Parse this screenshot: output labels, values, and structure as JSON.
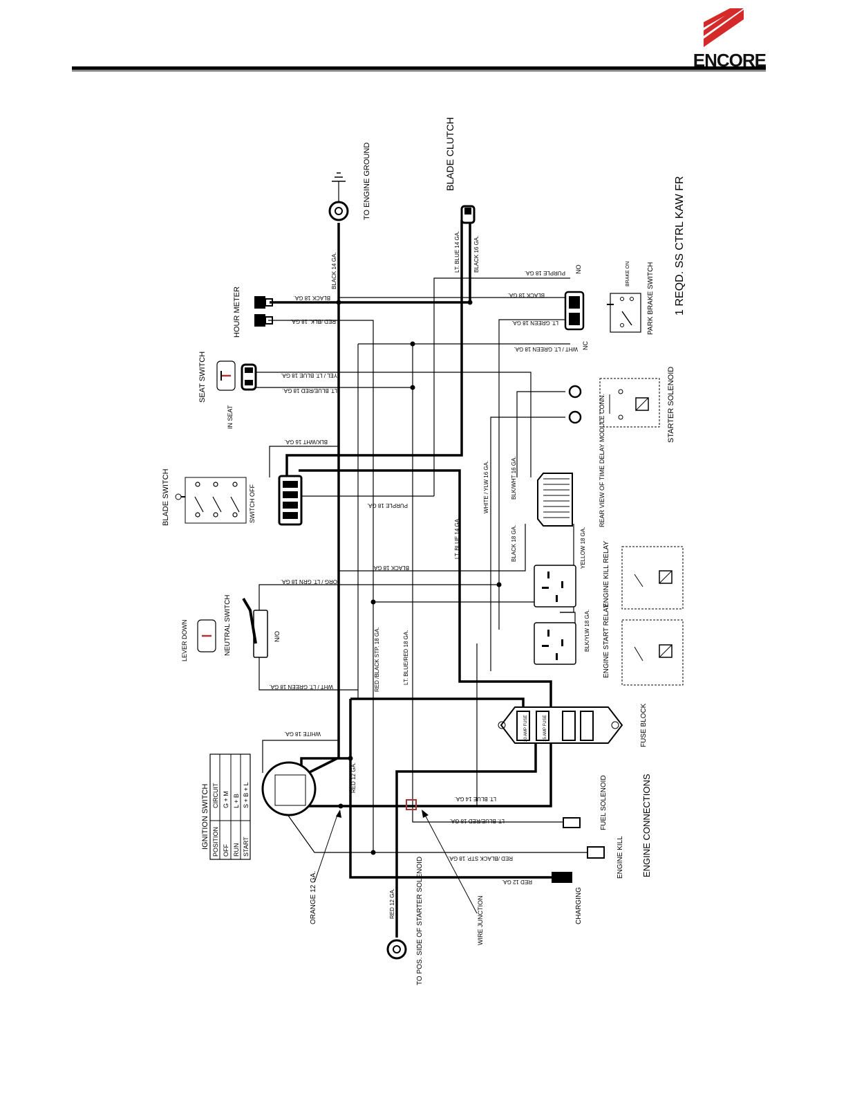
{
  "header": {
    "logo_text": "ENCORE",
    "brand_color": "#d42a2a"
  },
  "diagram": {
    "title": "1 REQD.  SS CTRL KAW FR",
    "components": {
      "ground": "TO ENGINE GROUND",
      "blade_clutch": "BLADE CLUTCH",
      "hour_meter": "HOUR METER",
      "seat_switch": "SEAT SWITCH",
      "in_seat": "IN SEAT",
      "blade_switch": "BLADE SWITCH",
      "switch_off": "SWITCH OFF",
      "lever_down": "LEVER DOWN",
      "neutral_switch": "NEUTRAL SWITCH",
      "no": "N/O",
      "park_brake": "PARK BRAKE SWITCH",
      "brake_on": "BRAKE ON",
      "nc": "NC",
      "no2": "NO",
      "starter_solenoid": "STARTER SOLENOID",
      "time_delay": "REAR VIEW OF TIME DELAY MODULE CONN.",
      "engine_kill_relay": "ENGINE KILL RELAY",
      "engine_start_relay": "ENGINE START RELAY",
      "fuse_block": "FUSE BLOCK",
      "fuse_20": "20 AMP FUSE",
      "fuse_15": "15 AMP FUSE",
      "fuel_solenoid": "FUEL SOLENOID",
      "engine_kill": "ENGINE KILL",
      "charging": "CHARGING",
      "engine_connections": "ENGINE CONNECTIONS",
      "wire_junction": "WIRE JUNCTION",
      "pos_starter": "TO POS. SIDE OF STARTER SOLENOID",
      "orange": "ORANGE 12 GA."
    },
    "ignition_table": {
      "title": "IGNITION SWITCH",
      "headers": [
        "POSITION",
        "CIRCUIT"
      ],
      "rows": [
        [
          "OFF",
          "G + M"
        ],
        [
          "RUN",
          "L + B"
        ],
        [
          "START",
          "S + B + L"
        ]
      ]
    },
    "wires": {
      "black14": "BLACK 14 GA.",
      "ltblue14": "LT. BLUE 14 GA.",
      "black16": "BLACK 16 GA.",
      "purple18_top": "PURPLE 18 GA.",
      "black18_a": "BLACK 18 GA.",
      "black18_b": "BLACK 18 GA.",
      "redblk": "RED /BLK. 18 GA.",
      "ltgreen": "LT. GREEN 18 GA.",
      "wht_ltgreen_top": "WHT / LT. GREEN 18 GA.",
      "yel_ltblue": "YEL / LT. BLUE 18 GA.",
      "ltblue_red_top": "LT. BLUE/RED 18 GA.",
      "blkwht_a": "BLK/WHT 16 GA.",
      "blkwht_b": "BLK/WHT 16 GA.",
      "purple18_mid": "PURPLE 18 GA.",
      "white_ylw": "WHITE / YLW 16 GA.",
      "ltblue14_mid": "LT. BLUE 14 GA.",
      "black18_c": "BLACK 18 GA.",
      "black18_mid": "BLACK 18 GA.",
      "yellow": "YELLOW 18 GA.",
      "org_ltgrn": "ORG / LT. GRN 18 GA.",
      "blk_ylw": "BLK/YLW 18 GA.",
      "redblack_stp": "RED /BLACK STP. 18 GA.",
      "ltblue_red_mid": "LT. BLUE/RED 18 GA.",
      "wht_ltgreen_bot": "WHT / LT. GREEN 18 GA.",
      "white18": "WHITE 18 GA.",
      "red12": "RED 12 GA.",
      "ltblue14_bot": "LT. BLUE 14 GA.",
      "ltblue_red_bot": "LT. BLUE/RED 18 GA.",
      "redblack_stp_bot": "RED /BLACK STP. 18 GA.",
      "red12_bot": "RED 12 GA.",
      "red12_pos": "RED 12 GA."
    }
  }
}
